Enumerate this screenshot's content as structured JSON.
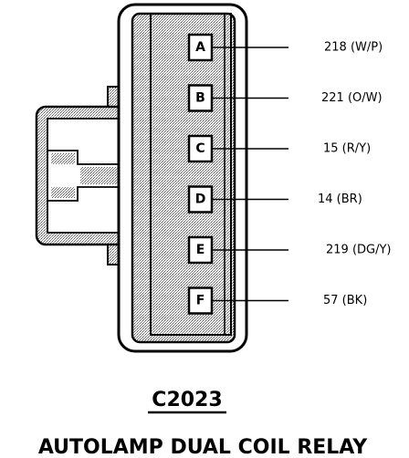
{
  "connector": {
    "id": "C2023",
    "name": "AUTOLAMP DUAL COIL RELAY"
  },
  "pins": [
    {
      "letter": "A",
      "circuit": "218 (W/P)"
    },
    {
      "letter": "B",
      "circuit": "221 (O/W)"
    },
    {
      "letter": "C",
      "circuit": "15 (R/Y)"
    },
    {
      "letter": "D",
      "circuit": "14 (BR)"
    },
    {
      "letter": "E",
      "circuit": "219 (DG/Y)"
    },
    {
      "letter": "F",
      "circuit": "57 (BK)"
    }
  ],
  "colors": {
    "line": "#000000",
    "shading": "#bdbdbd",
    "background": "#ffffff"
  }
}
